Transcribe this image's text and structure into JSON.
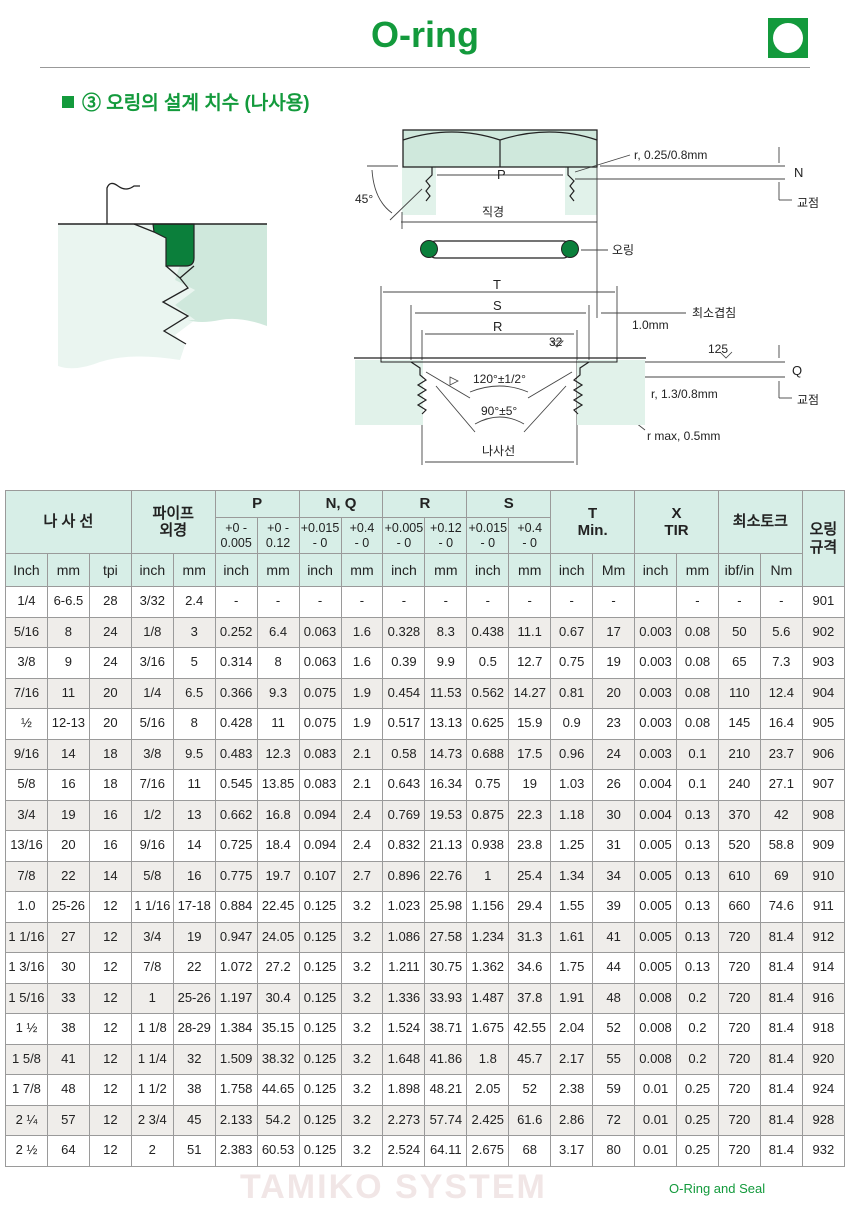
{
  "header": {
    "title": "O-ring",
    "section": "③ 오링의 설계 치수 (나사용)"
  },
  "diagram": {
    "r_top": "r, 0.25/0.8mm",
    "N": "N",
    "intersection": "교점",
    "angle45": "45°",
    "P": "P",
    "diameter": "직경",
    "oring": "오링",
    "T": "T",
    "S": "S",
    "R": "R",
    "min_overlap": "최소겹침",
    "overlap_val": "1.0mm",
    "f32": "32",
    "f125": "125",
    "Q": "Q",
    "a120": "120°±1/2°",
    "a90": "90°±5°",
    "r_bottom": "r, 1.3/0.8mm",
    "rmax": "r max, 0.5mm",
    "thread": "나사선"
  },
  "table": {
    "groups": {
      "thread": "나  사  선",
      "pipe": "파이프\n외경",
      "P": "P",
      "NQ": "N, Q",
      "R": "R",
      "S": "S",
      "T": "T\nMin.",
      "X": "X\nTIR",
      "torque": "최소토크",
      "oring": "오링\n규격"
    },
    "tolerances": [
      "+0 -\n0.005",
      "+0 -\n0.12",
      "+0.015\n- 0",
      "+0.4\n- 0",
      "+0.005\n- 0",
      "+0.12\n- 0",
      "+0.015\n- 0",
      "+0.4\n- 0"
    ],
    "units": [
      "Inch",
      "mm",
      "tpi",
      "inch",
      "mm",
      "inch",
      "mm",
      "inch",
      "mm",
      "inch",
      "mm",
      "inch",
      "mm",
      "inch",
      "Mm",
      "inch",
      "mm",
      "ibf/in",
      "Nm"
    ],
    "rows": [
      [
        "1/4",
        "6-6.5",
        "28",
        "3/32",
        "2.4",
        "-",
        "-",
        "-",
        "-",
        "-",
        "-",
        "-",
        "-",
        "-",
        "-",
        "",
        "-",
        "-",
        "-",
        "901"
      ],
      [
        "5/16",
        "8",
        "24",
        "1/8",
        "3",
        "0.252",
        "6.4",
        "0.063",
        "1.6",
        "0.328",
        "8.3",
        "0.438",
        "11.1",
        "0.67",
        "17",
        "0.003",
        "0.08",
        "50",
        "5.6",
        "902"
      ],
      [
        "3/8",
        "9",
        "24",
        "3/16",
        "5",
        "0.314",
        "8",
        "0.063",
        "1.6",
        "0.39",
        "9.9",
        "0.5",
        "12.7",
        "0.75",
        "19",
        "0.003",
        "0.08",
        "65",
        "7.3",
        "903"
      ],
      [
        "7/16",
        "11",
        "20",
        "1/4",
        "6.5",
        "0.366",
        "9.3",
        "0.075",
        "1.9",
        "0.454",
        "11.53",
        "0.562",
        "14.27",
        "0.81",
        "20",
        "0.003",
        "0.08",
        "110",
        "12.4",
        "904"
      ],
      [
        "½",
        "12-13",
        "20",
        "5/16",
        "8",
        "0.428",
        "11",
        "0.075",
        "1.9",
        "0.517",
        "13.13",
        "0.625",
        "15.9",
        "0.9",
        "23",
        "0.003",
        "0.08",
        "145",
        "16.4",
        "905"
      ],
      [
        "9/16",
        "14",
        "18",
        "3/8",
        "9.5",
        "0.483",
        "12.3",
        "0.083",
        "2.1",
        "0.58",
        "14.73",
        "0.688",
        "17.5",
        "0.96",
        "24",
        "0.003",
        "0.1",
        "210",
        "23.7",
        "906"
      ],
      [
        "5/8",
        "16",
        "18",
        "7/16",
        "11",
        "0.545",
        "13.85",
        "0.083",
        "2.1",
        "0.643",
        "16.34",
        "0.75",
        "19",
        "1.03",
        "26",
        "0.004",
        "0.1",
        "240",
        "27.1",
        "907"
      ],
      [
        "3/4",
        "19",
        "16",
        "1/2",
        "13",
        "0.662",
        "16.8",
        "0.094",
        "2.4",
        "0.769",
        "19.53",
        "0.875",
        "22.3",
        "1.18",
        "30",
        "0.004",
        "0.13",
        "370",
        "42",
        "908"
      ],
      [
        "13/16",
        "20",
        "16",
        "9/16",
        "14",
        "0.725",
        "18.4",
        "0.094",
        "2.4",
        "0.832",
        "21.13",
        "0.938",
        "23.8",
        "1.25",
        "31",
        "0.005",
        "0.13",
        "520",
        "58.8",
        "909"
      ],
      [
        "7/8",
        "22",
        "14",
        "5/8",
        "16",
        "0.775",
        "19.7",
        "0.107",
        "2.7",
        "0.896",
        "22.76",
        "1",
        "25.4",
        "1.34",
        "34",
        "0.005",
        "0.13",
        "610",
        "69",
        "910"
      ],
      [
        "1.0",
        "25-26",
        "12",
        "1 1/16",
        "17-18",
        "0.884",
        "22.45",
        "0.125",
        "3.2",
        "1.023",
        "25.98",
        "1.156",
        "29.4",
        "1.55",
        "39",
        "0.005",
        "0.13",
        "660",
        "74.6",
        "911"
      ],
      [
        "1 1/16",
        "27",
        "12",
        "3/4",
        "19",
        "0.947",
        "24.05",
        "0.125",
        "3.2",
        "1.086",
        "27.58",
        "1.234",
        "31.3",
        "1.61",
        "41",
        "0.005",
        "0.13",
        "720",
        "81.4",
        "912"
      ],
      [
        "1 3/16",
        "30",
        "12",
        "7/8",
        "22",
        "1.072",
        "27.2",
        "0.125",
        "3.2",
        "1.211",
        "30.75",
        "1.362",
        "34.6",
        "1.75",
        "44",
        "0.005",
        "0.13",
        "720",
        "81.4",
        "914"
      ],
      [
        "1 5/16",
        "33",
        "12",
        "1",
        "25-26",
        "1.197",
        "30.4",
        "0.125",
        "3.2",
        "1.336",
        "33.93",
        "1.487",
        "37.8",
        "1.91",
        "48",
        "0.008",
        "0.2",
        "720",
        "81.4",
        "916"
      ],
      [
        "1 ½",
        "38",
        "12",
        "1 1/8",
        "28-29",
        "1.384",
        "35.15",
        "0.125",
        "3.2",
        "1.524",
        "38.71",
        "1.675",
        "42.55",
        "2.04",
        "52",
        "0.008",
        "0.2",
        "720",
        "81.4",
        "918"
      ],
      [
        "1 5/8",
        "41",
        "12",
        "1 1/4",
        "32",
        "1.509",
        "38.32",
        "0.125",
        "3.2",
        "1.648",
        "41.86",
        "1.8",
        "45.7",
        "2.17",
        "55",
        "0.008",
        "0.2",
        "720",
        "81.4",
        "920"
      ],
      [
        "1 7/8",
        "48",
        "12",
        "1 1/2",
        "38",
        "1.758",
        "44.65",
        "0.125",
        "3.2",
        "1.898",
        "48.21",
        "2.05",
        "52",
        "2.38",
        "59",
        "0.01",
        "0.25",
        "720",
        "81.4",
        "924"
      ],
      [
        "2 ¼",
        "57",
        "12",
        "2 3/4",
        "45",
        "2.133",
        "54.2",
        "0.125",
        "3.2",
        "2.273",
        "57.74",
        "2.425",
        "61.6",
        "2.86",
        "72",
        "0.01",
        "0.25",
        "720",
        "81.4",
        "928"
      ],
      [
        "2 ½",
        "64",
        "12",
        "2",
        "51",
        "2.383",
        "60.53",
        "0.125",
        "3.2",
        "2.524",
        "64.11",
        "2.675",
        "68",
        "3.17",
        "80",
        "0.01",
        "0.25",
        "720",
        "81.4",
        "932"
      ]
    ]
  },
  "footer": {
    "watermark": "TAMIKO SYSTEM",
    "caption": "O-Ring and Seal"
  },
  "colors": {
    "accent": "#139a3c",
    "header_bg": "#d7eee7",
    "row_alt": "#efedea"
  }
}
